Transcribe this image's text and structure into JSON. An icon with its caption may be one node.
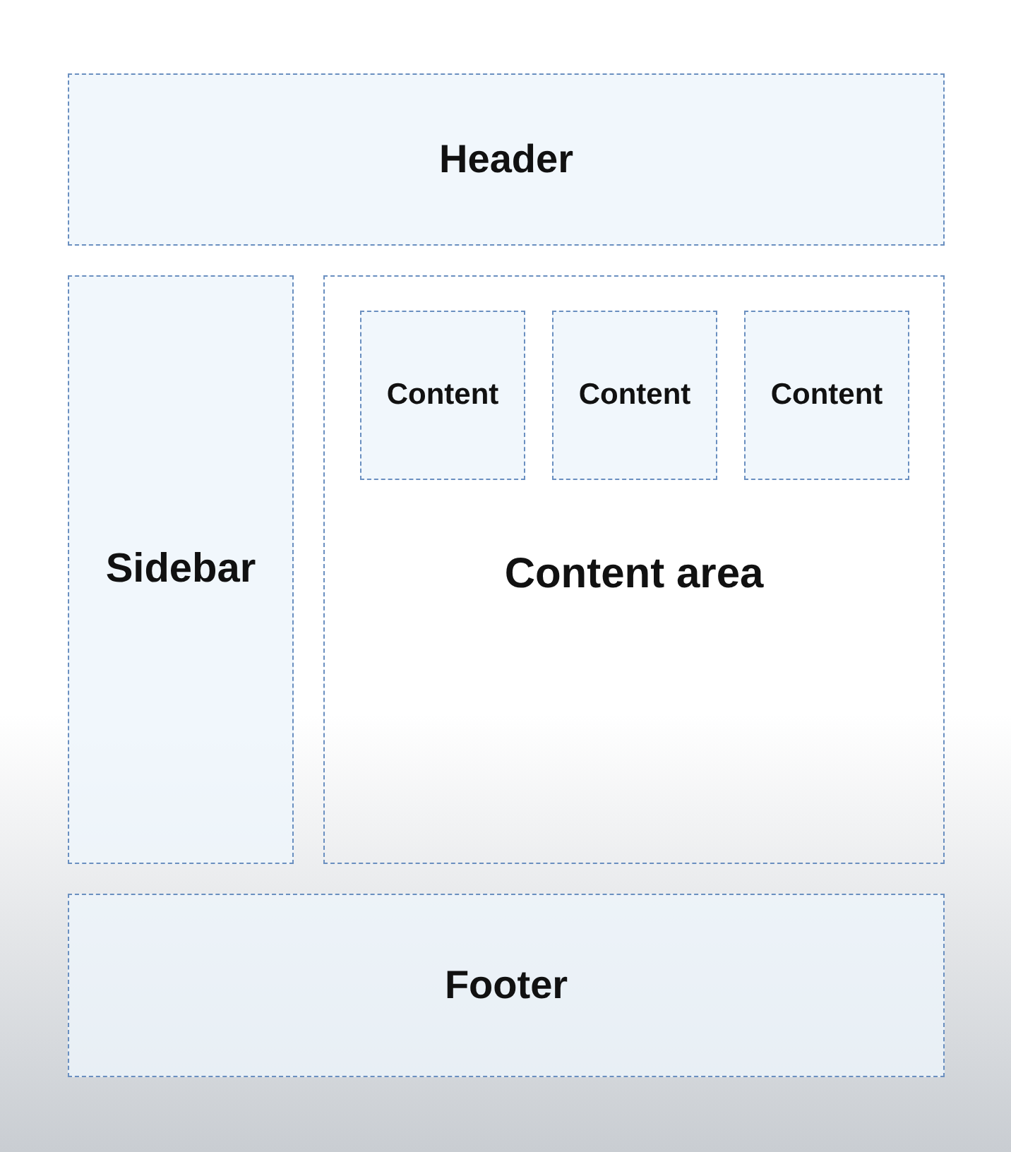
{
  "diagram": {
    "nodes": [
      {
        "text": [
          "Header"
        ]
      },
      {
        "text": [
          "Sidebar"
        ]
      },
      {
        "text": [
          "Content area"
        ]
      },
      {
        "text": [
          "Content"
        ],
        "in": 2
      },
      {
        "text": [
          "Content"
        ],
        "in": 2
      },
      {
        "text": [
          "Content"
        ],
        "in": 2
      },
      {
        "text": [
          "Footer"
        ]
      }
    ]
  }
}
